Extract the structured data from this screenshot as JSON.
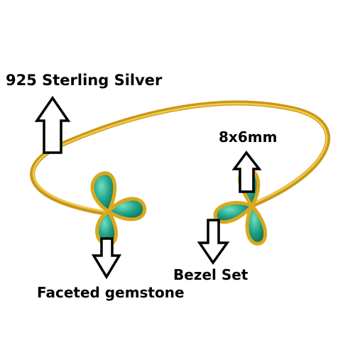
{
  "annotations": {
    "material": "925 Sterling Silver",
    "stone_size": "8x6mm",
    "setting": "Bezel Set",
    "stone_type": "Faceted gemstone"
  },
  "colors": {
    "metal": "#d9a81c",
    "metal_highlight": "#f6d24a",
    "gem": "#1fa085",
    "gem_light": "#5fd3b5",
    "gem_dark": "#0d6b57",
    "arrow_stroke": "#000000",
    "arrow_fill": "#ffffff"
  }
}
